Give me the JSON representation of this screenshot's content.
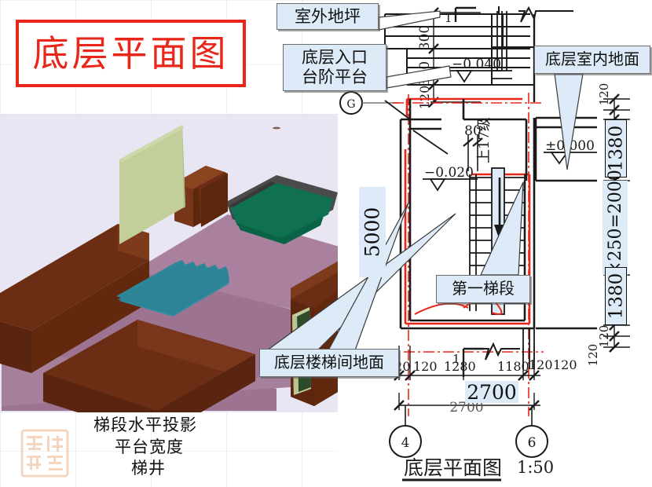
{
  "slide": {
    "title": "底层平面图"
  },
  "callouts": [
    {
      "name": "outdoor-ground",
      "text": "室外地坪"
    },
    {
      "name": "entrance-step-platform",
      "line1": "底层入口",
      "line2": "台阶平台"
    },
    {
      "name": "indoor-floor",
      "text": "底层室内地面"
    },
    {
      "name": "first-flight",
      "text": "第一梯段"
    },
    {
      "name": "stairwell-floor",
      "text": "底层楼梯间地面"
    }
  ],
  "dimensions": {
    "highlight_5000": "5000",
    "highlight_1380_top": "1380",
    "highlight_run": "8×250=2000",
    "highlight_1380_bottom": "1380",
    "highlight_2700": "2700",
    "top_300_a": "300",
    "top_300_b": "300",
    "top_120": "120",
    "right_120_top": "120",
    "right_120_bottom_a": "120",
    "right_120_bottom_b": "120",
    "bottom_120_a": "120",
    "bottom_120_b": "120",
    "bottom_1280": "1280",
    "bottom_1180": "1180",
    "bottom_120_c": "120",
    "bottom_120_d": "120",
    "bottom_total_2700": "2700",
    "tread_80": "80"
  },
  "elevations": {
    "entrance": "−0.040",
    "stair_landing": "−0.020",
    "indoor": "±0.000"
  },
  "labels": {
    "stair_direction": "上17级",
    "section_mark_top": "1",
    "section_mark_bottom": "1",
    "axis_g": "G",
    "axis_4": "4",
    "axis_6": "6"
  },
  "drawing_title": {
    "name": "底层平面图",
    "scale": "1:50"
  },
  "notes": [
    "梯段水平投影",
    "平台宽度",
    "梯井"
  ],
  "seal": {
    "text": "吉祥如意"
  },
  "colors": {
    "title_red": "#e8261a",
    "callout_fill": "#dcebf7",
    "callout_border": "#6b6b6b",
    "render_bg": "#e8e6f2",
    "wall_brown": "#6b2e14",
    "floor_mauve": "#9c7391",
    "panel_green": "#c2cf9b",
    "stair_teal": "#2e8799",
    "deep_green": "#0e6b4f",
    "plan_red": "#e8261a"
  }
}
